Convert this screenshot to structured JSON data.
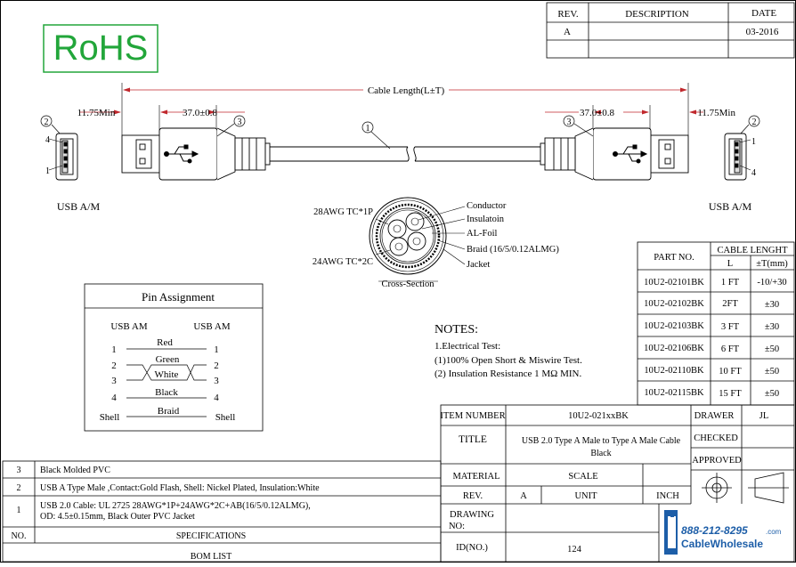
{
  "rohs": "RoHS",
  "revision_table": {
    "headers": [
      "REV.",
      "DESCRIPTION",
      "DATE"
    ],
    "row": {
      "rev": "A",
      "description": "",
      "date": "03-2016"
    }
  },
  "dimensions": {
    "cable_length": "Cable Length(L±T)",
    "min_left": "11.75Min",
    "min_right": "11.75Min",
    "len_left": "37.0±0.8",
    "len_right": "37.0±0.8"
  },
  "callouts": {
    "c1": "1",
    "c2": "2",
    "c3": "3"
  },
  "pins": {
    "p1": "1",
    "p4": "4"
  },
  "connector_labels": {
    "left": "USB A/M",
    "right": "USB A/M"
  },
  "cross_section": {
    "title": "Cross-Section",
    "left_top": "28AWG TC*1P",
    "left_bottom": "24AWG TC*2C",
    "labels": [
      "Conductor",
      "Insulatoin",
      "AL-Foil",
      "Braid (16/5/0.12ALMG)",
      "Jacket"
    ]
  },
  "pin_assignment": {
    "title": "Pin Assignment",
    "col_left": "USB AM",
    "col_right": "USB AM",
    "rows": [
      {
        "left": "1",
        "wire": "Red",
        "right": "1"
      },
      {
        "left": "2",
        "wire": "Green",
        "right": "2"
      },
      {
        "left": "3",
        "wire": "White",
        "right": "3"
      },
      {
        "left": "4",
        "wire": "Black",
        "right": "4"
      },
      {
        "left": "Shell",
        "wire": "Braid",
        "right": "Shell"
      }
    ]
  },
  "notes": {
    "title": "NOTES:",
    "lines": [
      "1.Electrical Test:",
      "(1)100% Open Short & Miswire Test.",
      "(2) Insulation Resistance 1 MΩ  MIN."
    ]
  },
  "cable_table": {
    "part_header": "PART NO.",
    "length_header": "CABLE LENGHT",
    "l_header": "L",
    "t_header": "±T(mm)",
    "rows": [
      {
        "part": "10U2-02101BK",
        "l": "1 FT",
        "t": "-10/+30"
      },
      {
        "part": "10U2-02102BK",
        "l": "2FT",
        "t": "±30"
      },
      {
        "part": "10U2-02103BK",
        "l": "3 FT",
        "t": "±30"
      },
      {
        "part": "10U2-02106BK",
        "l": "6 FT",
        "t": "±50"
      },
      {
        "part": "10U2-02110BK",
        "l": "10 FT",
        "t": "±50"
      },
      {
        "part": "10U2-02115BK",
        "l": "15 FT",
        "t": "±50"
      }
    ]
  },
  "title_block": {
    "item_number_label": "ITEM NUMBER",
    "item_number": "10U2-021xxBK",
    "title_label": "TITLE",
    "title_line1": "USB 2.0 Type A Male to Type A Male Cable",
    "title_line2": "Black",
    "material_label": "MATERIAL",
    "scale_label": "SCALE",
    "rev_label": "REV.",
    "rev_value": "A",
    "unit_label": "UNIT",
    "unit_value": "INCH",
    "drawing_label_1": "DRAWING",
    "drawing_label_2": "NO:",
    "id_label": "ID(NO.)",
    "id_value": "124",
    "drawer_label": "DRAWER",
    "drawer_value": "JL",
    "checked_label": "CHECKED",
    "approved_label": "APPROVED"
  },
  "bom": {
    "rows": [
      {
        "no": "3",
        "spec": "Black Molded PVC"
      },
      {
        "no": "2",
        "spec": "USB A Type Male ,Contact:Gold Flash, Shell: Nickel Plated, Insulation:White"
      },
      {
        "no": "1",
        "spec_line1": "USB 2.0 Cable: UL 2725 28AWG*1P+24AWG*2C+AB(16/5/0.12ALMG),",
        "spec_line2": "OD: 4.5±0.15mm, Black Outer PVC Jacket"
      }
    ],
    "no_header": "NO.",
    "spec_header": "SPECIFICATIONS",
    "footer": "BOM LIST"
  },
  "logo": {
    "phone": "888-212-8295",
    "com_suffix": ".com",
    "brand": "CableWholesale",
    "brand_color": "#1d5ea8"
  }
}
